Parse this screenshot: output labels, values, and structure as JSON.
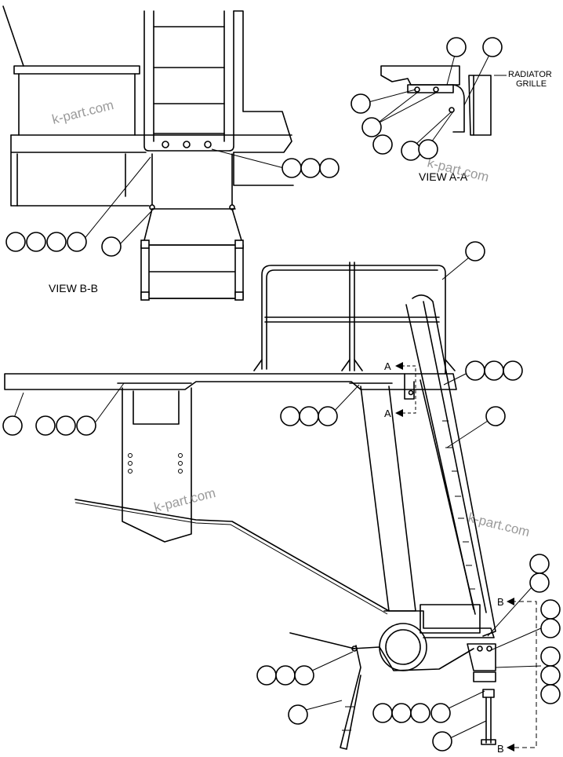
{
  "labels": {
    "view_bb": "VIEW  B-B",
    "view_aa": "VIEW  A-A",
    "radiator_line1": "RADIATOR",
    "radiator_line2": "GRILLE",
    "section_a": "A",
    "section_b": "B"
  },
  "watermark": "k-part.com",
  "colors": {
    "line": "#000000",
    "watermark": "#9a9a9a"
  },
  "callouts": [
    {
      "id": "c01",
      "count": 3
    },
    {
      "id": "c02",
      "count": 4
    },
    {
      "id": "c03",
      "count": 1
    },
    {
      "id": "c04",
      "count": 2
    },
    {
      "id": "c05",
      "count": 1
    },
    {
      "id": "c06",
      "count": 1
    },
    {
      "id": "c07",
      "count": 2
    },
    {
      "id": "c08",
      "count": 1
    },
    {
      "id": "c09",
      "count": 2
    },
    {
      "id": "c10",
      "count": 1
    },
    {
      "id": "c11",
      "count": 1
    },
    {
      "id": "c12",
      "count": 3
    },
    {
      "id": "c13",
      "count": 1
    },
    {
      "id": "c14",
      "count": 3
    },
    {
      "id": "c15",
      "count": 3
    },
    {
      "id": "c16",
      "count": 1
    },
    {
      "id": "c17",
      "count": 3
    },
    {
      "id": "c18",
      "count": 1
    },
    {
      "id": "c19",
      "count": 1
    },
    {
      "id": "c20",
      "count": 1
    },
    {
      "id": "c21",
      "count": 1
    },
    {
      "id": "c22",
      "count": 2
    },
    {
      "id": "c23",
      "count": 1
    },
    {
      "id": "c24",
      "count": 3
    },
    {
      "id": "c25",
      "count": 1
    },
    {
      "id": "c26",
      "count": 4
    },
    {
      "id": "c27",
      "count": 1
    }
  ]
}
